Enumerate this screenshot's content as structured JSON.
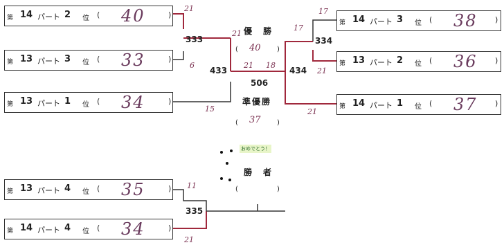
{
  "teams": {
    "l1": {
      "prefix": "第",
      "gen": "14",
      "part": "パート",
      "rank": "2",
      "i": "位",
      "lp": "(",
      "value": "40",
      "rp": ")"
    },
    "l2": {
      "prefix": "第",
      "gen": "13",
      "part": "パート",
      "rank": "3",
      "i": "位",
      "lp": "(",
      "value": "33",
      "rp": ")"
    },
    "l3": {
      "prefix": "第",
      "gen": "13",
      "part": "パート",
      "rank": "1",
      "i": "位",
      "lp": "(",
      "value": "34",
      "rp": ")"
    },
    "l4": {
      "prefix": "第",
      "gen": "13",
      "part": "パート",
      "rank": "4",
      "i": "位",
      "lp": "(",
      "value": "35",
      "rp": ")"
    },
    "l5": {
      "prefix": "第",
      "gen": "14",
      "part": "パート",
      "rank": "4",
      "i": "位",
      "lp": "(",
      "value": "34",
      "rp": ")"
    },
    "r1": {
      "prefix": "第",
      "gen": "14",
      "part": "パート",
      "rank": "3",
      "i": "位",
      "lp": "(",
      "value": "38",
      "rp": ")"
    },
    "r2": {
      "prefix": "第",
      "gen": "13",
      "part": "パート",
      "rank": "2",
      "i": "位",
      "lp": "(",
      "value": "36",
      "rp": ")"
    },
    "r3": {
      "prefix": "第",
      "gen": "14",
      "part": "パート",
      "rank": "1",
      "i": "位",
      "lp": "(",
      "value": "37",
      "rp": ")"
    }
  },
  "match_numbers": {
    "m333": "333",
    "m433": "433",
    "m506": "506",
    "m434": "434",
    "m334": "334",
    "m335": "335"
  },
  "scores": {
    "s1": "21",
    "s2": "6",
    "s3": "21",
    "s4": "15",
    "s5": "21",
    "s6": "18",
    "s7": "17",
    "s8": "17",
    "s9": "21",
    "s10": "21",
    "s11": "11",
    "s12": "21"
  },
  "center": {
    "champion_label": "優　勝",
    "champion_lp": "(",
    "champion_value": "40",
    "champion_rp": ")",
    "runnerup_label": "準優勝",
    "runnerup_lp": "(",
    "runnerup_value": "37",
    "runnerup_rp": ")",
    "sticker_text": "おめでとう！",
    "winner_label": "勝　者",
    "winner_lp": "(",
    "winner_rp": ")"
  },
  "colors": {
    "bracket_line": "#333333",
    "winner_line": "#a0283c",
    "handwriting": "#6a3b5d"
  }
}
